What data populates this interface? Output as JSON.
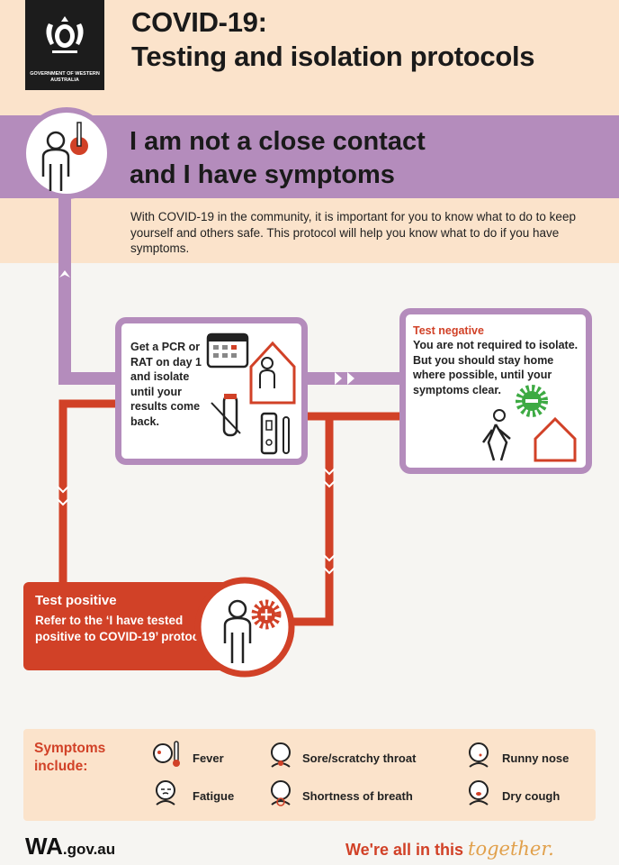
{
  "header": {
    "logo_text": "GOVERNMENT OF WESTERN AUSTRALIA",
    "title_line1": "COVID-19:",
    "title_line2": "Testing and isolation protocols"
  },
  "banner": {
    "line1": "I am not a close contact",
    "line2": "and I have symptoms"
  },
  "intro": "With COVID-19 in the community, it is important for you to know what to do to keep yourself and others safe. This protocol will help you know what to do if you have symptoms.",
  "step_test": {
    "text": "Get a PCR or RAT on day 1 and isolate until your results come back."
  },
  "test_negative": {
    "heading": "Test negative",
    "text": "You are not required to isolate. But you should stay home where possible, until your symptoms clear."
  },
  "test_positive": {
    "heading": "Test positive",
    "text": "Refer to the ‘I have tested positive to COVID-19’ protocol."
  },
  "symptoms": {
    "label": "Symptoms include:",
    "items": [
      "Fever",
      "Sore/scratchy throat",
      "Runny nose",
      "Fatigue",
      "Shortness of breath",
      "Dry cough"
    ]
  },
  "footer": {
    "wa": "WA",
    "domain": ".gov.au",
    "tagline": "We're all in this",
    "tagline_script": "together."
  },
  "colors": {
    "purple": "#b48cbc",
    "red": "#d14127",
    "peach": "#fbe3cb",
    "green": "#3daa43"
  }
}
